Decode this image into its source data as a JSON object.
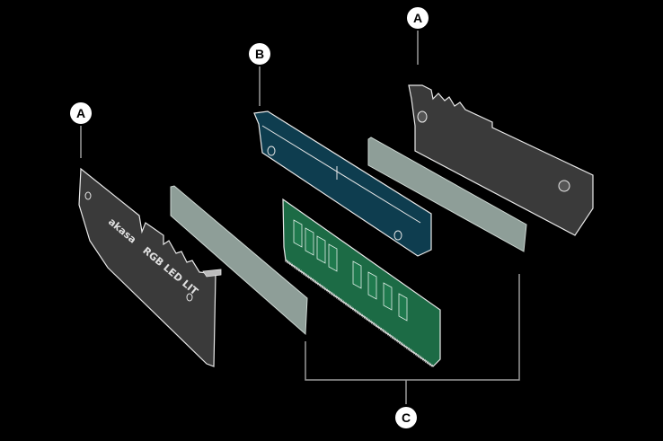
{
  "diagram": {
    "callouts": {
      "left_heatsink": "A",
      "retention_clip": "B",
      "right_heatsink": "A",
      "thermal_pads": "C"
    },
    "heatsink_logo": "akasa",
    "heatsink_text": "RGB LED LIT",
    "colors": {
      "background": "#000000",
      "heatsink": "#3a3a3a",
      "thermal_pad": "#8e9e98",
      "clip": "#0e3d4f",
      "ram": "#1c6b45",
      "outline": "#e8e8e8",
      "leader": "#9a9a9a"
    }
  }
}
